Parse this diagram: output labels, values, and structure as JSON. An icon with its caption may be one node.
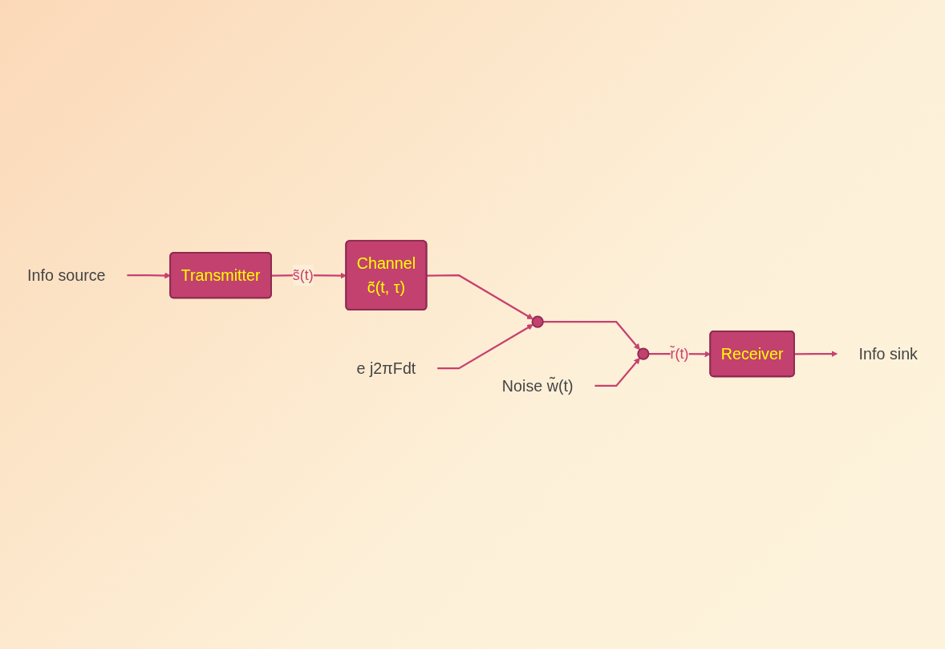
{
  "diagram": {
    "nodes": [
      {
        "text": [
          "Info source"
        ]
      },
      {
        "text": [
          "Transmitter"
        ]
      },
      {
        "text": [
          "Channel",
          "c̃(t, τ)"
        ]
      },
      {
        "text": [],
        "shape": "circle"
      },
      {
        "text": [],
        "shape": "circle"
      },
      {
        "text": [
          "Receiver"
        ]
      },
      {
        "text": [
          "Info sink"
        ]
      },
      {
        "text": [
          "Noise w̃(t)"
        ]
      },
      {
        "text": [
          "e j2πFdt"
        ]
      }
    ],
    "edges": [
      {
        "from": 0,
        "to": 1,
        "arrow": "to"
      },
      {
        "from": 1,
        "to": 2,
        "label": "s̃(t)",
        "arrow": "to"
      },
      {
        "from": 2,
        "to": 3,
        "arrow": "to"
      },
      {
        "from": 3,
        "to": 4,
        "arrow": "to"
      },
      {
        "from": 4,
        "to": 5,
        "label": "r̃(t)",
        "arrow": "to"
      },
      {
        "from": 5,
        "to": 6,
        "arrow": "to"
      },
      {
        "from": 7,
        "to": 4,
        "arrow": "to"
      },
      {
        "from": 8,
        "to": 3,
        "arrow": "to"
      }
    ]
  }
}
